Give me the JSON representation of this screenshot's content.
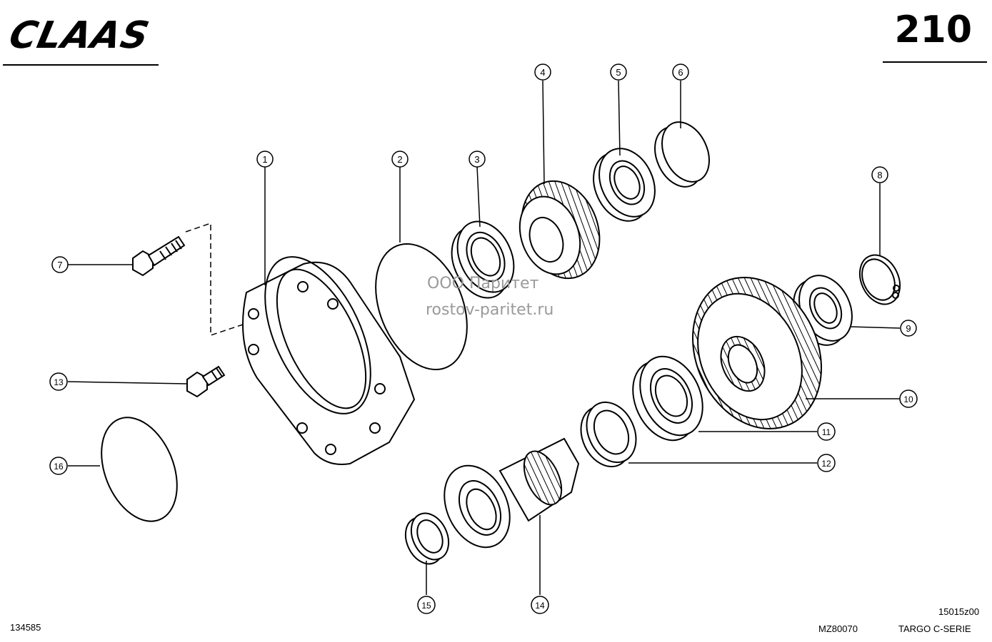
{
  "header": {
    "brand": "CLAAS",
    "page_number": "210"
  },
  "footer": {
    "left_code": "134585",
    "drawing_no": "MZ80070",
    "diagram_code": "15015z00",
    "series": "TARGO C-SERIE"
  },
  "watermark": {
    "line1": "ООО Паритет",
    "line2": "rostov-paritet.ru"
  },
  "callouts": [
    "1",
    "2",
    "3",
    "4",
    "5",
    "6",
    "7",
    "8",
    "9",
    "10",
    "11",
    "12",
    "13",
    "14",
    "15",
    "16"
  ]
}
